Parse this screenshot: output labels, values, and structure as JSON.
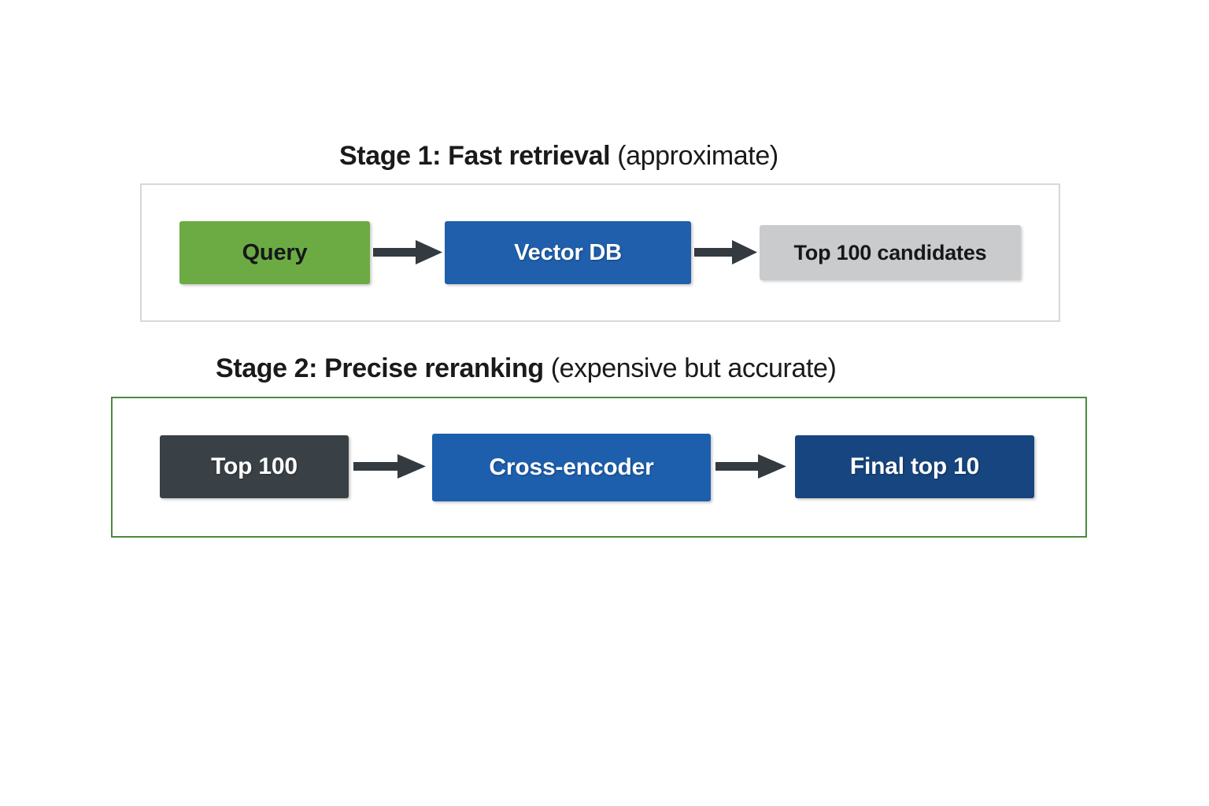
{
  "diagram": {
    "type": "two-stage-retrieval-pipeline",
    "background_color": "#ffffff",
    "stages": [
      {
        "id": "stage-1",
        "title_bold": "Stage 1: Fast retrieval",
        "title_regular": " (approximate)",
        "border_color": "#d6d8da",
        "nodes": [
          {
            "id": "query",
            "label": "Query",
            "fill": "#6cab43",
            "text_color": "#15181a"
          },
          {
            "id": "vector-db",
            "label": "Vector DB",
            "fill": "#1f5fab",
            "text_color": "#ffffff"
          },
          {
            "id": "top-100-candidates",
            "label": "Top 100 candidates",
            "fill": "#c9cbcc",
            "text_color": "#15181a"
          }
        ],
        "arrows": [
          {
            "id": "query-to-vectordb",
            "from": "query",
            "to": "vector-db",
            "color": "#333a40"
          },
          {
            "id": "vectordb-to-top100",
            "from": "vector-db",
            "to": "top-100-candidates",
            "color": "#333a40"
          }
        ]
      },
      {
        "id": "stage-2",
        "title_bold": "Stage 2: Precise reranking",
        "title_regular": " (expensive but accurate)",
        "border_color": "#4c8a3e",
        "nodes": [
          {
            "id": "top-100",
            "label": "Top 100",
            "fill": "#3a4146",
            "text_color": "#ffffff"
          },
          {
            "id": "cross-encoder",
            "label": "Cross-encoder",
            "fill": "#1d5fad",
            "text_color": "#ffffff"
          },
          {
            "id": "final-top-10",
            "label": "Final top 10",
            "fill": "#17457f",
            "text_color": "#ffffff"
          }
        ],
        "arrows": [
          {
            "id": "top100-to-crossencoder",
            "from": "top-100",
            "to": "cross-encoder",
            "color": "#333a40"
          },
          {
            "id": "crossencoder-to-finaltop10",
            "from": "cross-encoder",
            "to": "final-top-10",
            "color": "#333a40"
          }
        ]
      }
    ]
  }
}
